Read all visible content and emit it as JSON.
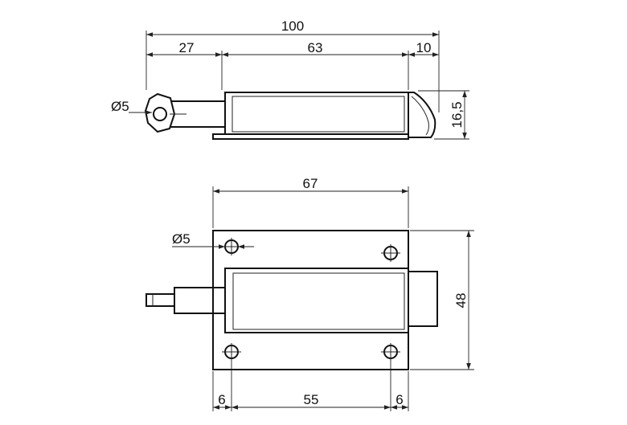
{
  "side_view": {
    "dim_overall": "100",
    "dim_left": "27",
    "dim_middle": "63",
    "dim_right": "10",
    "dim_height": "16,5",
    "dim_hole": "Ø5"
  },
  "front_view": {
    "dim_width": "67",
    "dim_height": "48",
    "dim_hole": "Ø5",
    "dim_bottom_left": "6",
    "dim_bottom_middle": "55",
    "dim_bottom_right": "6"
  }
}
